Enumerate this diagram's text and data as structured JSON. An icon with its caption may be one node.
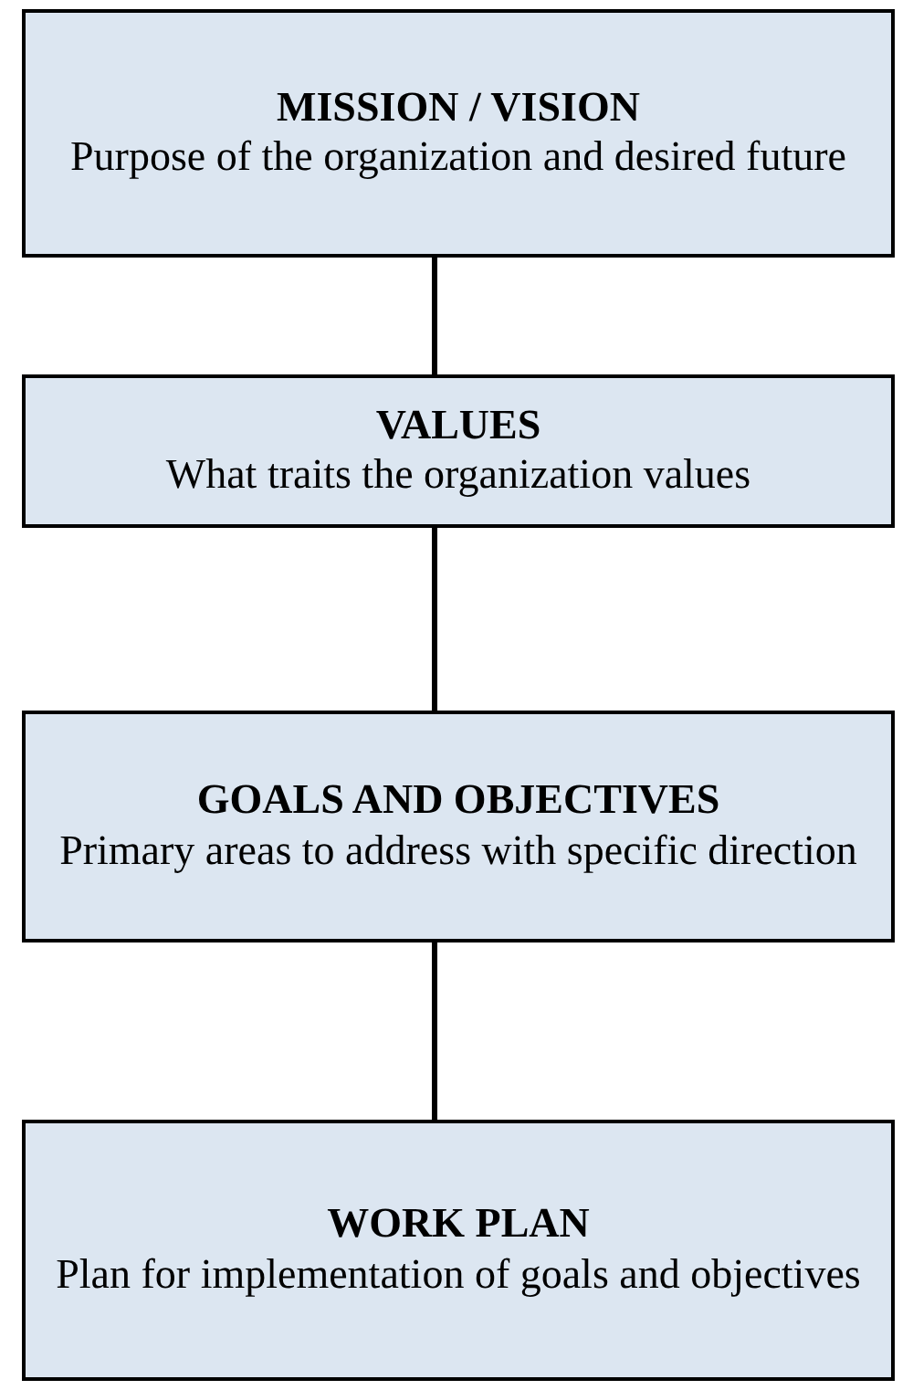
{
  "diagram": {
    "nodes": [
      {
        "text": [
          "MISSION / VISION",
          "Purpose of the organization and desired future"
        ]
      },
      {
        "text": [
          "VALUES",
          "What traits the organization values"
        ]
      },
      {
        "text": [
          "GOALS AND OBJECTIVES",
          "Primary areas to address with specific direction"
        ]
      },
      {
        "text": [
          "WORK PLAN",
          "Plan for implementation of goals and objectives"
        ]
      }
    ],
    "edges": [
      {
        "from": 0,
        "to": 1,
        "arrow": "none"
      },
      {
        "from": 1,
        "to": 2,
        "arrow": "none"
      },
      {
        "from": 2,
        "to": 3,
        "arrow": "none"
      }
    ]
  }
}
